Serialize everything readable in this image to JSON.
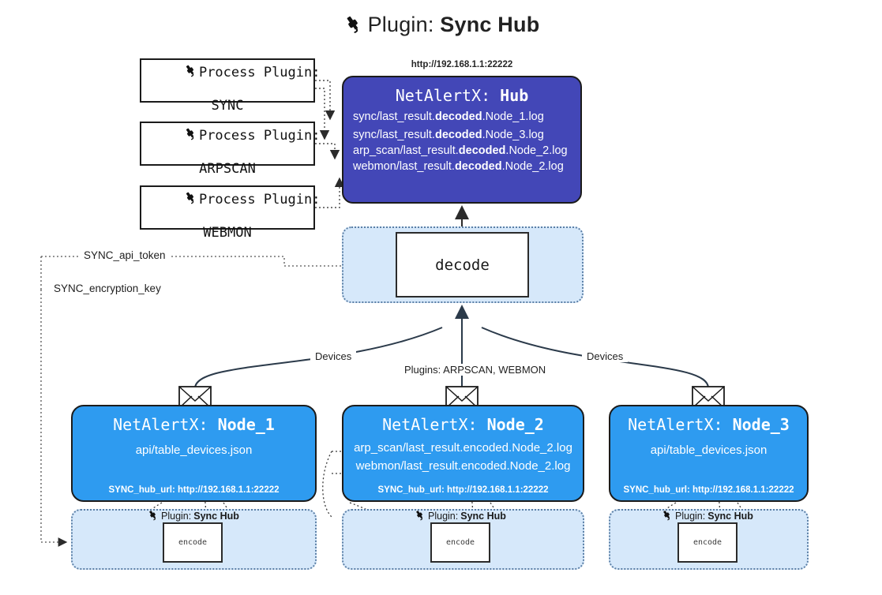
{
  "title": {
    "icon": "plug-icon",
    "prefix": "Plugin: ",
    "name": "Sync Hub"
  },
  "process_plugins": [
    {
      "icon": "plug-icon",
      "line1": "Process Plugin:",
      "line2": "SYNC"
    },
    {
      "icon": "plug-icon",
      "line1": "Process Plugin:",
      "line2": "ARPSCAN"
    },
    {
      "icon": "plug-icon",
      "line1": "Process Plugin:",
      "line2": "WEBMON"
    }
  ],
  "hub": {
    "url": "http://192.168.1.1:22222",
    "title_prefix": "NetAlertX: ",
    "title_name": "Hub",
    "logs": [
      {
        "pre": "sync/last_result.",
        "mid": "decoded",
        "post": ".Node_1.log"
      },
      {
        "pre": "sync/last_result.",
        "mid": "decoded",
        "post": ".Node_3.log"
      },
      {
        "pre": "arp_scan/last_result.",
        "mid": "decoded",
        "post": ".Node_2.log"
      },
      {
        "pre": "webmon/last_result.",
        "mid": "decoded",
        "post": ".Node_2.log"
      }
    ]
  },
  "decode": {
    "label": "decode"
  },
  "secrets": {
    "api_token": "SYNC_api_token",
    "encryption_key": "SYNC_encryption_key"
  },
  "flow_labels": {
    "devices_left": "Devices",
    "devices_right": "Devices",
    "plugins": "Plugins: ARPSCAN, WEBMON"
  },
  "nodes": [
    {
      "title_prefix": "NetAlertX: ",
      "title_name": "Node_1",
      "lines": [
        "api/table_devices.json"
      ],
      "hub_url": "SYNC_hub_url: http://192.168.1.1:22222",
      "envelope_icon": "envelope-icon"
    },
    {
      "title_prefix": "NetAlertX: ",
      "title_name": "Node_2",
      "lines": [
        "arp_scan/last_result.encoded.Node_2.log",
        "webmon/last_result.encoded.Node_2.log"
      ],
      "hub_url": "SYNC_hub_url: http://192.168.1.1:22222",
      "envelope_icon": "envelope-icon"
    },
    {
      "title_prefix": "NetAlertX: ",
      "title_name": "Node_3",
      "lines": [
        "api/table_devices.json"
      ],
      "hub_url": "SYNC_hub_url: http://192.168.1.1:22222",
      "envelope_icon": "envelope-icon"
    }
  ],
  "encoders": [
    {
      "icon": "plug-icon",
      "label_prefix": "Plugin: ",
      "label_name": "Sync Hub",
      "box": "encode"
    },
    {
      "icon": "plug-icon",
      "label_prefix": "Plugin: ",
      "label_name": "Sync Hub",
      "box": "encode"
    },
    {
      "icon": "plug-icon",
      "label_prefix": "Plugin: ",
      "label_name": "Sync Hub",
      "box": "encode"
    }
  ],
  "colors": {
    "hub_fill": "#4347b7",
    "node_fill": "#2e9bf0",
    "container_fill": "#d6e8fa",
    "container_border": "#5b7fa6",
    "stroke": "#1b1b1b"
  }
}
